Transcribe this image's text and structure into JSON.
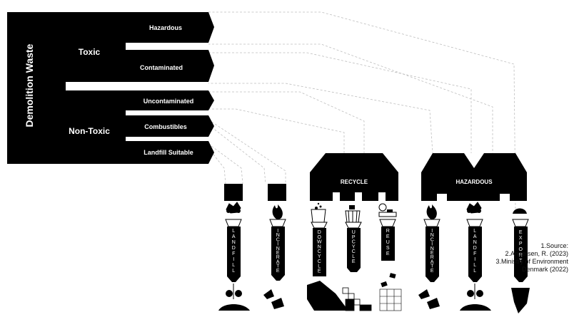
{
  "title": "Demolition Waste",
  "groups": {
    "toxic": "Toxic",
    "non_toxic": "Non-Toxic"
  },
  "categories": {
    "hazardous": "Hazardous",
    "contaminated": "Contaminated",
    "uncontaminated": "Uncontaminated",
    "combustibles": "Combustibles",
    "landfill_suitable": "Landfill Suitable"
  },
  "hoppers": {
    "recycle": "RECYCLE",
    "hazardous": "HAZARDOUS"
  },
  "processes": {
    "landfill_1": "LANDFILL",
    "incinerate_1": "INCINERATE",
    "downcycle": "DOWNCYCLE",
    "upcycle": "UPCYCLE",
    "reuse": "REUSE",
    "incinerate_2": "INCINERATE",
    "landfill_2": "LANDFILL",
    "export": "EXPORT"
  },
  "sources": {
    "line1": "1.Source:",
    "line2": "2.Andersen, R. (2023)",
    "line3": "3.Ministry of Environment",
    "line4": "Denmark (2022)"
  },
  "colors": {
    "ink": "#000000",
    "paper": "#ffffff",
    "connector": "#bdbdbd"
  }
}
